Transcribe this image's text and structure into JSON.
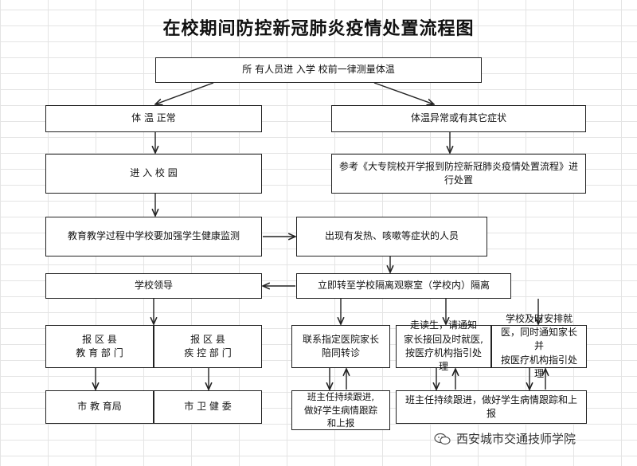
{
  "title": "在校期间防控新冠肺炎疫情处置流程图",
  "nodes": {
    "entry_check": "所 有人员进 入学 校前一律测量体温",
    "temp_normal": "体 温  正常",
    "temp_abnormal": "体温异常或有其它症状",
    "enter_campus": "进 入 校 园",
    "refer_process": "参考《大专院校开学报到防控新冠肺炎疫情处置流程》进\n行处置",
    "health_monitor": "教育教学过程中学校要加强学生健康监测",
    "symptomatic": "出现有发热、咳嗽等症状的人员",
    "school_leader": "学校领导",
    "isolation": "立即转至学校隔离观察室（学校内）隔离",
    "report_edu": "报 区 县\n教 育 部 门",
    "report_cdc": "报 区 县\n疾 控 部 门",
    "contact_hospital": "联系指定医院家长\n陪同转诊",
    "day_student": "走读生，请通知\n家长接回及时就医,\n按医疗机构指引处理",
    "arrange_medical": "学校及时安排就\n医，同时通知家长并\n按医疗机构指引处理",
    "city_edu": "市 教 育局",
    "city_health": "市 卫 健 委",
    "teacher_follow_1": "班主任持续跟进,\n做好学生病情跟踪\n和上报",
    "teacher_follow_2": "班主任持续跟进，做好学生病情跟踪和上报"
  },
  "watermark": "西安城市交通技师学院",
  "colors": {
    "line": "#222222",
    "grid": "#d9d9d9"
  }
}
